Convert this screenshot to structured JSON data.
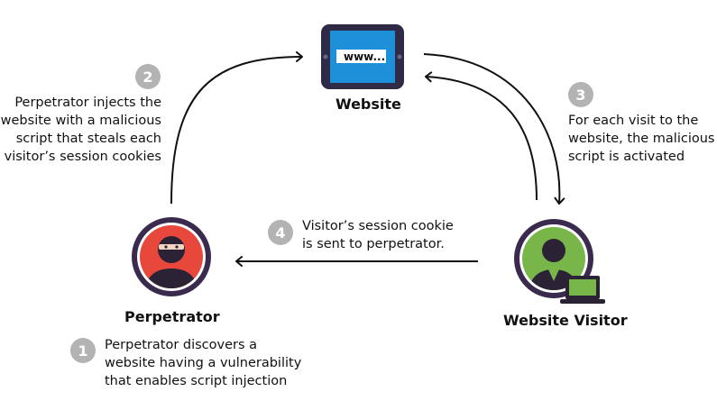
{
  "nodes": {
    "website": {
      "label": "Website",
      "screen_text": "www..."
    },
    "perpetrator": {
      "label": "Perpetrator"
    },
    "visitor": {
      "label": "Website Visitor"
    }
  },
  "steps": [
    {
      "number": "1",
      "lines": [
        "Perpetrator discovers a",
        "website having a vulnerability",
        "that enables script injection"
      ]
    },
    {
      "number": "2",
      "lines": [
        "Perpetrator injects the",
        "website with a malicious",
        "script that steals each",
        "visitor’s session cookies"
      ]
    },
    {
      "number": "3",
      "lines": [
        "For each visit to the",
        "website, the malicious",
        "script is activated"
      ]
    },
    {
      "number": "4",
      "lines": [
        "Visitor’s session cookie",
        "is sent to perpetrator."
      ]
    }
  ],
  "colors": {
    "perpetrator_circle": "#e8473c",
    "visitor_circle": "#78b64a",
    "avatar_ring": "#3a2b4e",
    "tablet_body": "#2f2a45",
    "tablet_screen": "#1e8fd9",
    "badge": "#b3b3b3"
  }
}
